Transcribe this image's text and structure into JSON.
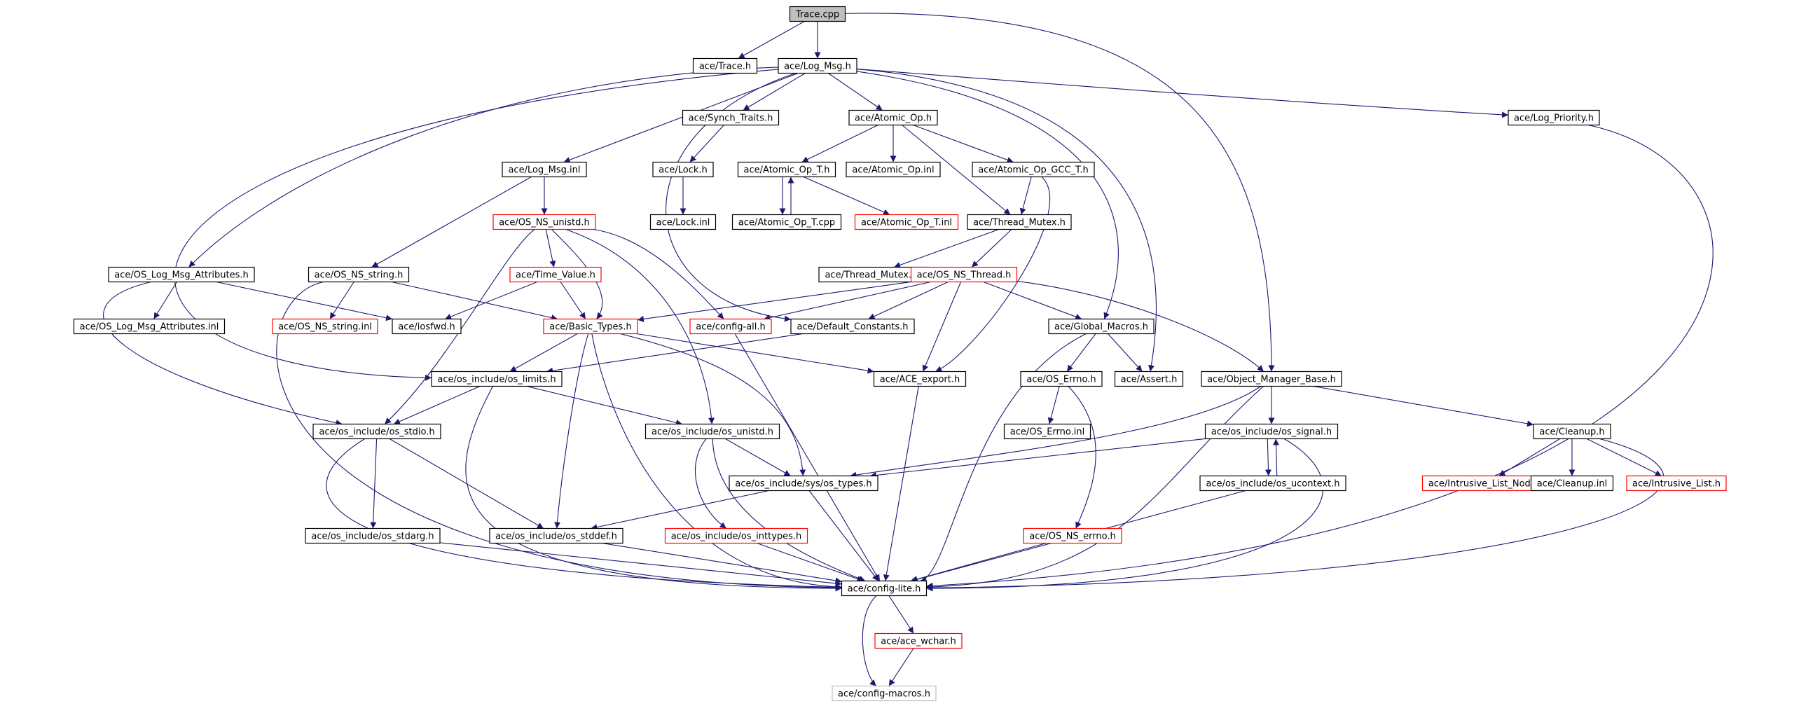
{
  "graph": {
    "edge_color": "#191970",
    "colors": {
      "normal_border": "#000000",
      "missing_border": "#ff0000",
      "root_fill": "#bfbfbf",
      "faded_border": "#bfbfbf",
      "background": "#ffffff"
    },
    "nodes": [
      {
        "id": "trace_cpp",
        "label": "Trace.cpp",
        "style": "root"
      },
      {
        "id": "trace_h",
        "label": "ace/Trace.h",
        "style": "normal"
      },
      {
        "id": "log_msg_h",
        "label": "ace/Log_Msg.h",
        "style": "normal"
      },
      {
        "id": "synch_traits_h",
        "label": "ace/Synch_Traits.h",
        "style": "normal"
      },
      {
        "id": "atomic_op_h",
        "label": "ace/Atomic_Op.h",
        "style": "normal"
      },
      {
        "id": "log_priority_h",
        "label": "ace/Log_Priority.h",
        "style": "normal"
      },
      {
        "id": "log_msg_inl",
        "label": "ace/Log_Msg.inl",
        "style": "normal"
      },
      {
        "id": "lock_h",
        "label": "ace/Lock.h",
        "style": "normal"
      },
      {
        "id": "atomic_op_t_h",
        "label": "ace/Atomic_Op_T.h",
        "style": "normal"
      },
      {
        "id": "atomic_op_inl",
        "label": "ace/Atomic_Op.inl",
        "style": "normal"
      },
      {
        "id": "atomic_op_gcc_t_h",
        "label": "ace/Atomic_Op_GCC_T.h",
        "style": "normal"
      },
      {
        "id": "os_ns_unistd_h",
        "label": "ace/OS_NS_unistd.h",
        "style": "missing"
      },
      {
        "id": "lock_inl",
        "label": "ace/Lock.inl",
        "style": "normal"
      },
      {
        "id": "atomic_op_t_cpp",
        "label": "ace/Atomic_Op_T.cpp",
        "style": "normal"
      },
      {
        "id": "atomic_op_t_inl",
        "label": "ace/Atomic_Op_T.inl",
        "style": "missing"
      },
      {
        "id": "thread_mutex_h",
        "label": "ace/Thread_Mutex.h",
        "style": "normal"
      },
      {
        "id": "os_log_msg_attributes_h",
        "label": "ace/OS_Log_Msg_Attributes.h",
        "style": "normal"
      },
      {
        "id": "os_ns_string_h",
        "label": "ace/OS_NS_string.h",
        "style": "normal"
      },
      {
        "id": "time_value_h",
        "label": "ace/Time_Value.h",
        "style": "missing"
      },
      {
        "id": "thread_mutex_inl",
        "label": "ace/Thread_Mutex.inl",
        "style": "normal"
      },
      {
        "id": "os_ns_thread_h",
        "label": "ace/OS_NS_Thread.h",
        "style": "missing"
      },
      {
        "id": "os_log_msg_attributes_inl",
        "label": "ace/OS_Log_Msg_Attributes.inl",
        "style": "normal"
      },
      {
        "id": "os_ns_string_inl",
        "label": "ace/OS_NS_string.inl",
        "style": "missing"
      },
      {
        "id": "iosfwd_h",
        "label": "ace/iosfwd.h",
        "style": "normal"
      },
      {
        "id": "basic_types_h",
        "label": "ace/Basic_Types.h",
        "style": "missing"
      },
      {
        "id": "config_all_h",
        "label": "ace/config-all.h",
        "style": "missing"
      },
      {
        "id": "default_constants_h",
        "label": "ace/Default_Constants.h",
        "style": "normal"
      },
      {
        "id": "global_macros_h",
        "label": "ace/Global_Macros.h",
        "style": "normal"
      },
      {
        "id": "os_limits_h",
        "label": "ace/os_include/os_limits.h",
        "style": "normal"
      },
      {
        "id": "ace_export_h",
        "label": "ace/ACE_export.h",
        "style": "normal"
      },
      {
        "id": "os_errno_h",
        "label": "ace/OS_Errno.h",
        "style": "normal"
      },
      {
        "id": "assert_h",
        "label": "ace/Assert.h",
        "style": "normal"
      },
      {
        "id": "object_manager_base_h",
        "label": "ace/Object_Manager_Base.h",
        "style": "normal"
      },
      {
        "id": "os_stdio_h",
        "label": "ace/os_include/os_stdio.h",
        "style": "normal"
      },
      {
        "id": "os_unistd_h",
        "label": "ace/os_include/os_unistd.h",
        "style": "normal"
      },
      {
        "id": "os_errno_inl",
        "label": "ace/OS_Errno.inl",
        "style": "normal"
      },
      {
        "id": "os_signal_h",
        "label": "ace/os_include/os_signal.h",
        "style": "normal"
      },
      {
        "id": "cleanup_h",
        "label": "ace/Cleanup.h",
        "style": "normal"
      },
      {
        "id": "sys_os_types_h",
        "label": "ace/os_include/sys/os_types.h",
        "style": "normal"
      },
      {
        "id": "os_ucontext_h",
        "label": "ace/os_include/os_ucontext.h",
        "style": "normal"
      },
      {
        "id": "intrusive_list_node_h",
        "label": "ace/Intrusive_List_Node.h",
        "style": "missing"
      },
      {
        "id": "cleanup_inl",
        "label": "ace/Cleanup.inl",
        "style": "normal"
      },
      {
        "id": "intrusive_list_h",
        "label": "ace/Intrusive_List.h",
        "style": "missing"
      },
      {
        "id": "os_stdarg_h",
        "label": "ace/os_include/os_stdarg.h",
        "style": "normal"
      },
      {
        "id": "os_stddef_h",
        "label": "ace/os_include/os_stddef.h",
        "style": "normal"
      },
      {
        "id": "os_inttypes_h",
        "label": "ace/os_include/os_inttypes.h",
        "style": "missing"
      },
      {
        "id": "os_ns_errno_h",
        "label": "ace/OS_NS_errno.h",
        "style": "missing"
      },
      {
        "id": "config_lite_h",
        "label": "ace/config-lite.h",
        "style": "normal"
      },
      {
        "id": "ace_wchar_h",
        "label": "ace/ace_wchar.h",
        "style": "missing"
      },
      {
        "id": "config_macros_h",
        "label": "ace/config-macros.h",
        "style": "faded"
      }
    ],
    "edges": [
      [
        "trace_cpp",
        "trace_h"
      ],
      [
        "trace_cpp",
        "log_msg_h"
      ],
      [
        "trace_cpp",
        "object_manager_base_h"
      ],
      [
        "log_msg_h",
        "synch_traits_h"
      ],
      [
        "log_msg_h",
        "atomic_op_h"
      ],
      [
        "log_msg_h",
        "log_priority_h"
      ],
      [
        "log_msg_h",
        "log_msg_inl"
      ],
      [
        "log_msg_h",
        "os_log_msg_attributes_h"
      ],
      [
        "log_msg_h",
        "os_limits_h"
      ],
      [
        "log_msg_h",
        "default_constants_h"
      ],
      [
        "log_msg_h",
        "global_macros_h"
      ],
      [
        "log_msg_h",
        "assert_h"
      ],
      [
        "synch_traits_h",
        "lock_h"
      ],
      [
        "lock_h",
        "lock_inl"
      ],
      [
        "atomic_op_h",
        "atomic_op_t_h"
      ],
      [
        "atomic_op_h",
        "atomic_op_inl"
      ],
      [
        "atomic_op_h",
        "atomic_op_gcc_t_h"
      ],
      [
        "atomic_op_h",
        "thread_mutex_h"
      ],
      [
        "atomic_op_t_h",
        "atomic_op_t_cpp"
      ],
      [
        "atomic_op_t_cpp",
        "atomic_op_t_h"
      ],
      [
        "atomic_op_t_h",
        "atomic_op_t_inl"
      ],
      [
        "atomic_op_gcc_t_h",
        "thread_mutex_h"
      ],
      [
        "atomic_op_gcc_t_h",
        "ace_export_h"
      ],
      [
        "thread_mutex_h",
        "thread_mutex_inl"
      ],
      [
        "thread_mutex_h",
        "os_ns_thread_h"
      ],
      [
        "log_msg_inl",
        "os_ns_unistd_h"
      ],
      [
        "log_msg_inl",
        "os_ns_string_h"
      ],
      [
        "os_ns_unistd_h",
        "time_value_h"
      ],
      [
        "os_ns_unistd_h",
        "basic_types_h"
      ],
      [
        "os_ns_unistd_h",
        "config_all_h"
      ],
      [
        "os_ns_unistd_h",
        "os_stdio_h"
      ],
      [
        "os_ns_unistd_h",
        "os_unistd_h"
      ],
      [
        "time_value_h",
        "basic_types_h"
      ],
      [
        "time_value_h",
        "iosfwd_h"
      ],
      [
        "os_ns_string_h",
        "os_ns_string_inl"
      ],
      [
        "os_ns_string_h",
        "basic_types_h"
      ],
      [
        "os_ns_string_h",
        "config_lite_h"
      ],
      [
        "os_log_msg_attributes_h",
        "os_log_msg_attributes_inl"
      ],
      [
        "os_log_msg_attributes_h",
        "iosfwd_h"
      ],
      [
        "os_log_msg_attributes_h",
        "os_stdio_h"
      ],
      [
        "os_ns_thread_h",
        "basic_types_h"
      ],
      [
        "os_ns_thread_h",
        "config_all_h"
      ],
      [
        "os_ns_thread_h",
        "default_constants_h"
      ],
      [
        "os_ns_thread_h",
        "global_macros_h"
      ],
      [
        "os_ns_thread_h",
        "ace_export_h"
      ],
      [
        "os_ns_thread_h",
        "object_manager_base_h"
      ],
      [
        "basic_types_h",
        "os_limits_h"
      ],
      [
        "basic_types_h",
        "ace_export_h"
      ],
      [
        "basic_types_h",
        "sys_os_types_h"
      ],
      [
        "basic_types_h",
        "os_stddef_h"
      ],
      [
        "basic_types_h",
        "config_lite_h"
      ],
      [
        "config_all_h",
        "config_lite_h"
      ],
      [
        "default_constants_h",
        "os_limits_h"
      ],
      [
        "global_macros_h",
        "os_errno_h"
      ],
      [
        "global_macros_h",
        "assert_h"
      ],
      [
        "global_macros_h",
        "config_lite_h"
      ],
      [
        "os_errno_h",
        "os_errno_inl"
      ],
      [
        "os_errno_h",
        "os_ns_errno_h"
      ],
      [
        "os_ns_errno_h",
        "config_lite_h"
      ],
      [
        "os_limits_h",
        "os_stdio_h"
      ],
      [
        "os_limits_h",
        "os_unistd_h"
      ],
      [
        "os_limits_h",
        "config_lite_h"
      ],
      [
        "os_stdio_h",
        "os_stdarg_h"
      ],
      [
        "os_stdio_h",
        "os_stddef_h"
      ],
      [
        "os_stdio_h",
        "config_lite_h"
      ],
      [
        "os_unistd_h",
        "sys_os_types_h"
      ],
      [
        "os_unistd_h",
        "os_inttypes_h"
      ],
      [
        "os_unistd_h",
        "config_lite_h"
      ],
      [
        "sys_os_types_h",
        "os_stddef_h"
      ],
      [
        "sys_os_types_h",
        "config_lite_h"
      ],
      [
        "object_manager_base_h",
        "os_signal_h"
      ],
      [
        "object_manager_base_h",
        "cleanup_h"
      ],
      [
        "object_manager_base_h",
        "sys_os_types_h"
      ],
      [
        "object_manager_base_h",
        "config_lite_h"
      ],
      [
        "os_signal_h",
        "sys_os_types_h"
      ],
      [
        "os_signal_h",
        "os_ucontext_h"
      ],
      [
        "os_ucontext_h",
        "os_signal_h"
      ],
      [
        "os_signal_h",
        "config_lite_h"
      ],
      [
        "os_ucontext_h",
        "config_lite_h"
      ],
      [
        "cleanup_h",
        "intrusive_list_node_h"
      ],
      [
        "cleanup_h",
        "cleanup_inl"
      ],
      [
        "cleanup_h",
        "intrusive_list_h"
      ],
      [
        "cleanup_h",
        "config_lite_h"
      ],
      [
        "log_priority_h",
        "config_lite_h"
      ],
      [
        "ace_export_h",
        "config_lite_h"
      ],
      [
        "os_stdarg_h",
        "config_lite_h"
      ],
      [
        "os_stddef_h",
        "config_lite_h"
      ],
      [
        "os_inttypes_h",
        "config_lite_h"
      ],
      [
        "config_lite_h",
        "ace_wchar_h"
      ],
      [
        "config_lite_h",
        "config_macros_h"
      ],
      [
        "ace_wchar_h",
        "config_macros_h"
      ]
    ]
  }
}
